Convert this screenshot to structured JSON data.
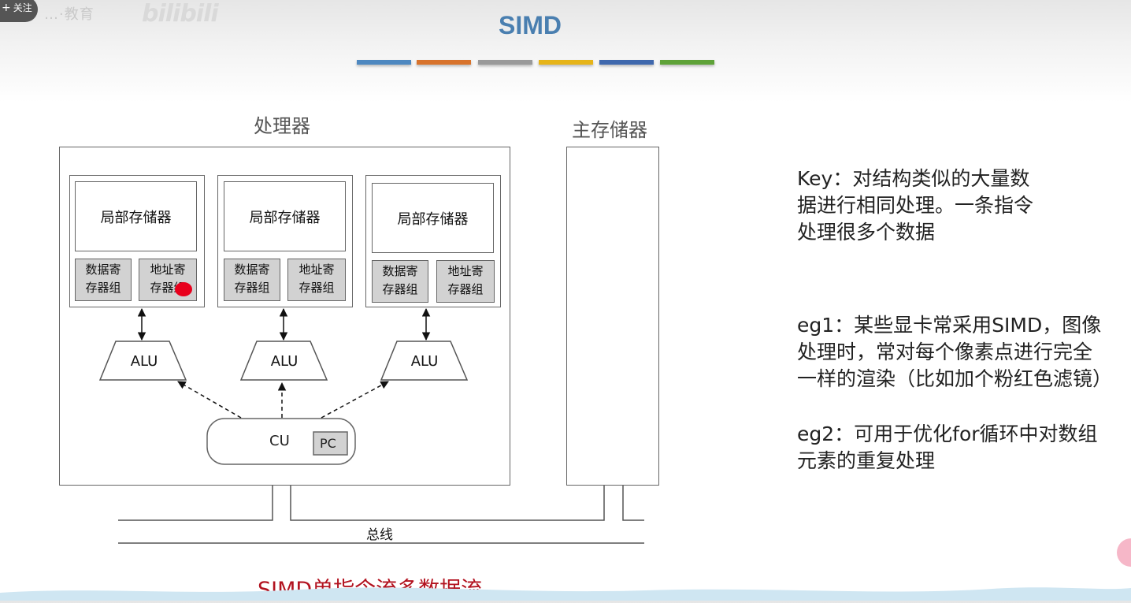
{
  "overlay": {
    "follow_label": "关注",
    "uploader": "…·教育",
    "watermark": "bilibili"
  },
  "slide": {
    "title": "SIMD",
    "stripe_colors": [
      "#4e88c0",
      "#d8732c",
      "#9a9a9a",
      "#e6b419",
      "#3f68ad",
      "#5ea238"
    ],
    "processor_label": "处理器",
    "main_memory_label": "主存储器",
    "bus_label": "总线",
    "units": [
      {
        "local_memory": "局部存储器",
        "data_reg_line1": "数据寄",
        "data_reg_line2": "存器组",
        "addr_reg_line1": "地址寄",
        "addr_reg_line2": "存器组"
      },
      {
        "local_memory": "局部存储器",
        "data_reg_line1": "数据寄",
        "data_reg_line2": "存器组",
        "addr_reg_line1": "地址寄",
        "addr_reg_line2": "存器组"
      },
      {
        "local_memory": "局部存储器",
        "data_reg_line1": "数据寄",
        "data_reg_line2": "存器组",
        "addr_reg_line1": "地址寄",
        "addr_reg_line2": "存器组"
      }
    ],
    "alu_labels": [
      "ALU",
      "ALU",
      "ALU"
    ],
    "cu_label": "CU",
    "pc_label": "PC",
    "notes": {
      "key": "Key：对结构类似的大量数据进行相同处理。一条指令处理很多个数据",
      "eg1": "eg1：某些显卡常采用SIMD，图像处理时，常对每个像素点进行完全一样的渲染（比如加个粉红色滤镜）",
      "eg2": "eg2：可用于优化for循环中对数组元素的重复处理"
    },
    "caption": "SIMD单指令流多数据流",
    "annotation_color": "#e8001c"
  }
}
